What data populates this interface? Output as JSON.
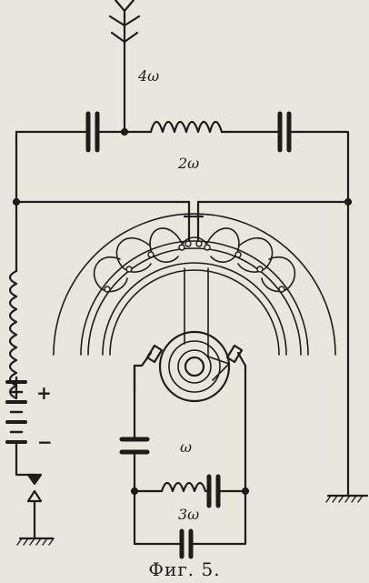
{
  "labels": {
    "antenna_freq": "4ω",
    "top_coil_freq": "2ω",
    "tank_freq": "ω",
    "bottom_tank_freq": "3ω",
    "plus": "+",
    "minus": "−"
  },
  "caption": "Фиг. 5.",
  "colors": {
    "ink": "#1e1c19",
    "paper": "#e9e6dd"
  }
}
